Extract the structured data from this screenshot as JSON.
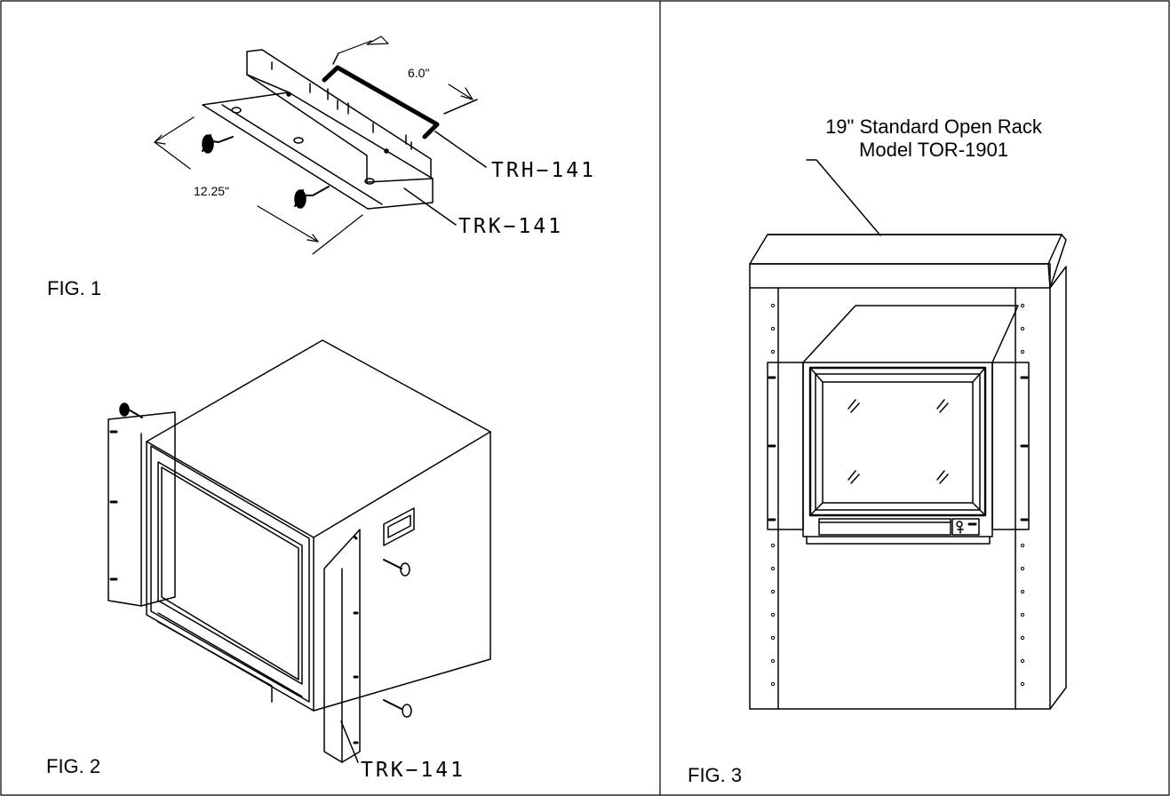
{
  "fig1": {
    "label": "FIG. 1",
    "dim_width": "6.0\"",
    "dim_length": "12.25\"",
    "part_handle": "TRH−141",
    "part_kit": "TRK−141"
  },
  "fig2": {
    "label": "FIG. 2",
    "part_kit": "TRK−141"
  },
  "fig3": {
    "label": "FIG. 3",
    "rack_line1": "19\" Standard Open Rack",
    "rack_line2": "Model TOR-1901"
  }
}
